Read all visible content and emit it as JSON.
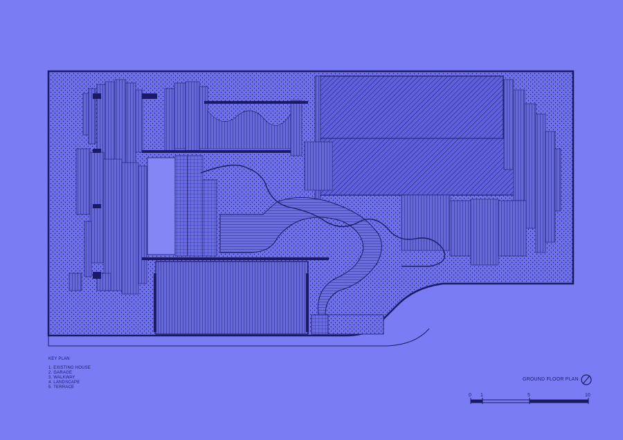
{
  "key_plan": {
    "title": "KEY PLAN",
    "items": [
      "1. EXISTING HOUSE",
      "2. GARAGE",
      "3. WALKWAY",
      "4. LANDSCAPE",
      "5. TERRACE"
    ]
  },
  "plan_title": "GROUND FLOOR PLAN",
  "scale_bar": {
    "labels": [
      "0",
      "1",
      "5",
      "10"
    ]
  },
  "colors": {
    "background": "#7a7cf4",
    "line": "#1a1a66",
    "fill": "#6a6ce6"
  }
}
